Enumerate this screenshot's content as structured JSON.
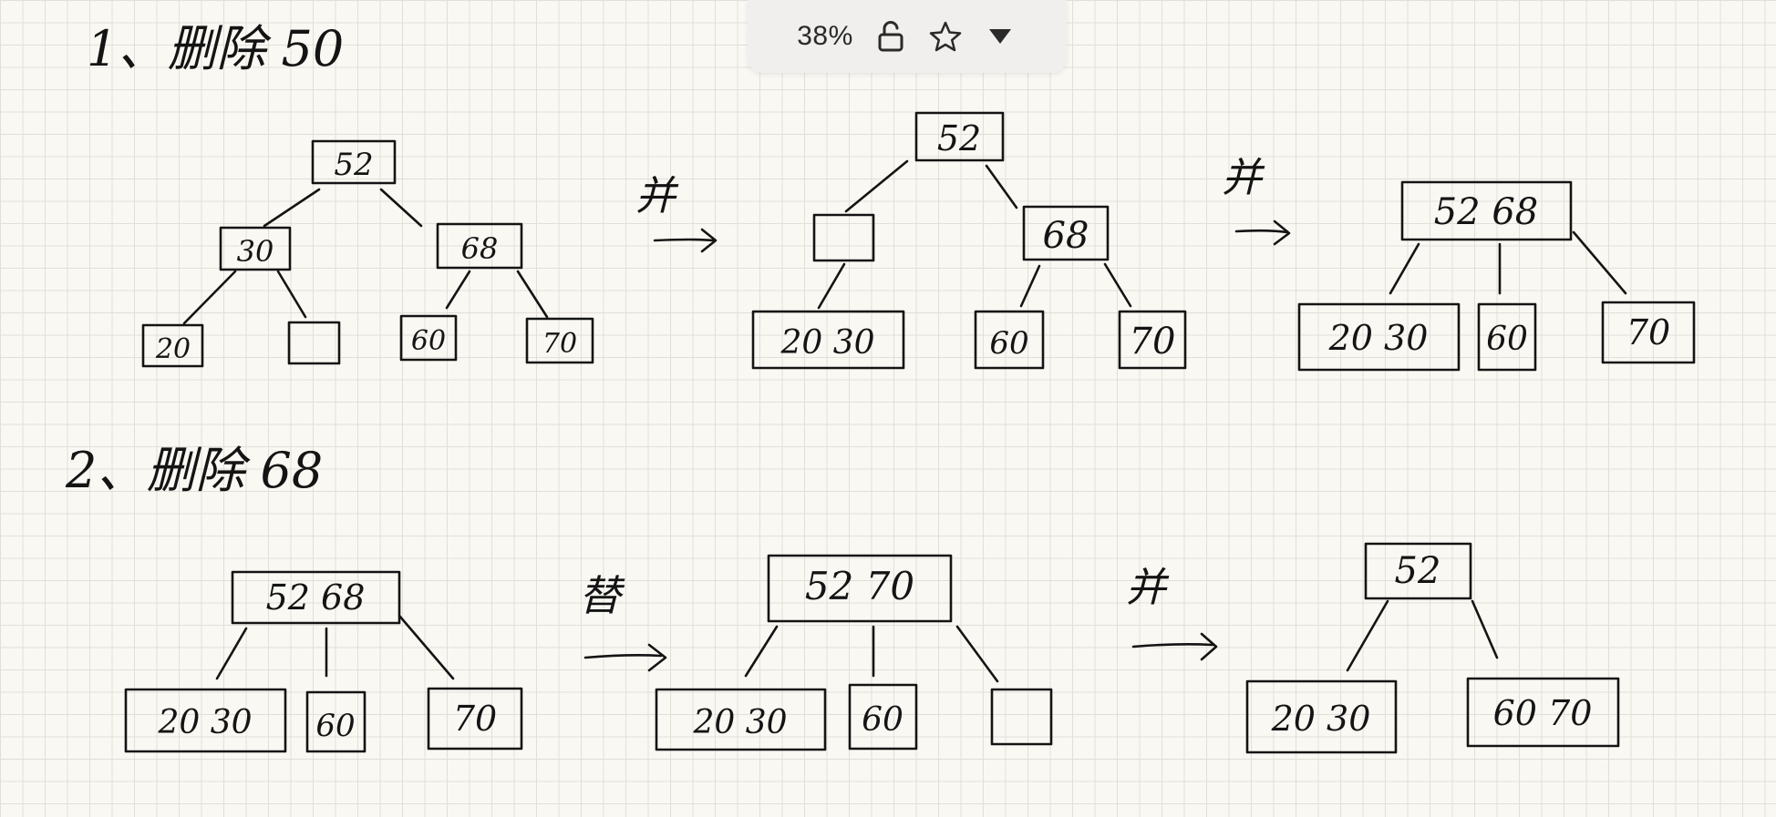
{
  "toolbar": {
    "zoom_label": "38%",
    "icons": [
      "unlock-icon",
      "star-icon",
      "dropdown-triangle-icon"
    ]
  },
  "section1": {
    "title": "1、删除 50",
    "tree1": {
      "root": "52",
      "left": "30",
      "right": "68",
      "leaves": [
        "20",
        "",
        "60",
        "70"
      ]
    },
    "arrow1": "并",
    "tree2": {
      "root": "52",
      "left": "",
      "right": "68",
      "leaves": [
        "20 30",
        "60",
        "70"
      ]
    },
    "arrow2": "并",
    "tree3": {
      "root": "52 68",
      "leaves": [
        "20 30",
        "60",
        "70"
      ]
    }
  },
  "section2": {
    "title": "2、删除 68",
    "tree1": {
      "root": "52 68",
      "leaves": [
        "20 30",
        "60",
        "70"
      ]
    },
    "arrow1": "替",
    "tree2": {
      "root": "52 70",
      "leaves": [
        "20 30",
        "60",
        ""
      ]
    },
    "arrow2": "并",
    "tree3": {
      "root": "52",
      "leaves": [
        "20 30",
        "60 70"
      ]
    }
  }
}
